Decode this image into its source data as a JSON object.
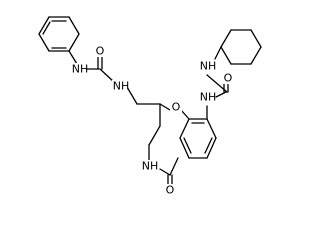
{
  "structure": {
    "atom_labels": {
      "phenyl_nh": "NH",
      "urea1_o": "O",
      "urea1_nh": "NH",
      "ring_o": "O",
      "aryl_nh": "NH",
      "urea2_o": "O",
      "cyclohexyl_nh": "NH",
      "lactam_nh": "NH",
      "lactam_o": "O"
    }
  }
}
